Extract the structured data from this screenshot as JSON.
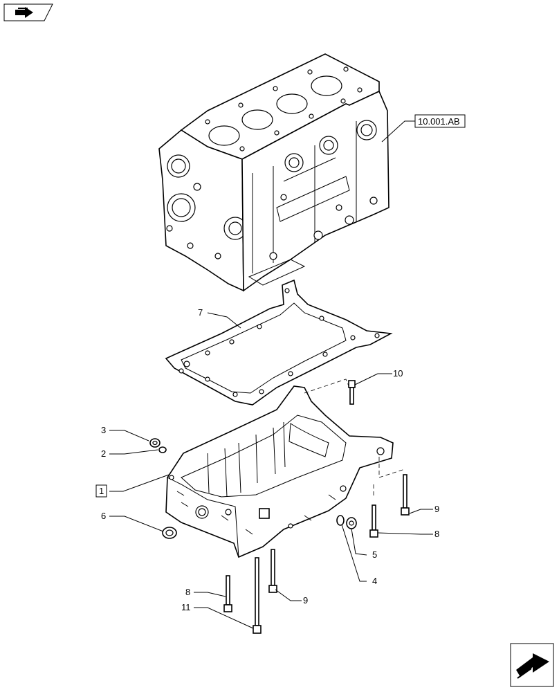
{
  "nav": {
    "prev_icon": "prev-page-icon",
    "next_icon": "next-page-icon"
  },
  "diagram": {
    "reference_label": "10.001.AB",
    "main_part_number": "1",
    "callouts": {
      "c1": "1",
      "c2": "2",
      "c3": "3",
      "c4": "4",
      "c5": "5",
      "c6": "6",
      "c7": "7",
      "c8a": "8",
      "c8b": "8",
      "c9a": "9",
      "c9b": "9",
      "c10": "10",
      "c11": "11"
    }
  }
}
